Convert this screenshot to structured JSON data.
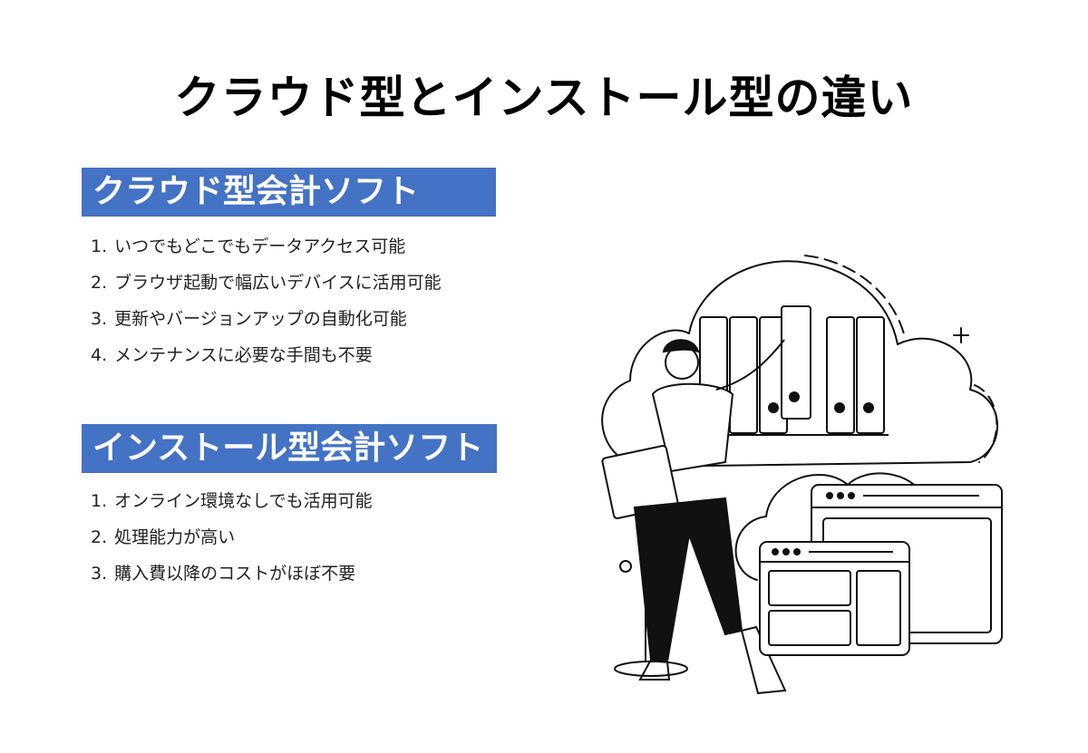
{
  "title": "クラウド型とインストール型の違い",
  "sections": [
    {
      "heading": "クラウド型会計ソフト",
      "items": [
        {
          "num": "1.",
          "text": "いつでもどこでもデータアクセス可能"
        },
        {
          "num": "2.",
          "text": "ブラウザ起動で幅広いデバイスに活用可能"
        },
        {
          "num": "3.",
          "text": "更新やバージョンアップの自動化可能"
        },
        {
          "num": "4.",
          "text": "メンテナンスに必要な手間も不要"
        }
      ]
    },
    {
      "heading": "インストール型会計ソフト",
      "items": [
        {
          "num": "1.",
          "text": "オンライン環境なしでも活用可能"
        },
        {
          "num": "2.",
          "text": "処理能力が高い"
        },
        {
          "num": "3.",
          "text": "購入費以降のコストがほぼ不要"
        }
      ]
    }
  ],
  "colors": {
    "heading_bg": "#4472c4",
    "heading_text": "#ffffff",
    "title_text": "#000000"
  },
  "illustration": {
    "icon": "cloud-server-person-illustration"
  }
}
